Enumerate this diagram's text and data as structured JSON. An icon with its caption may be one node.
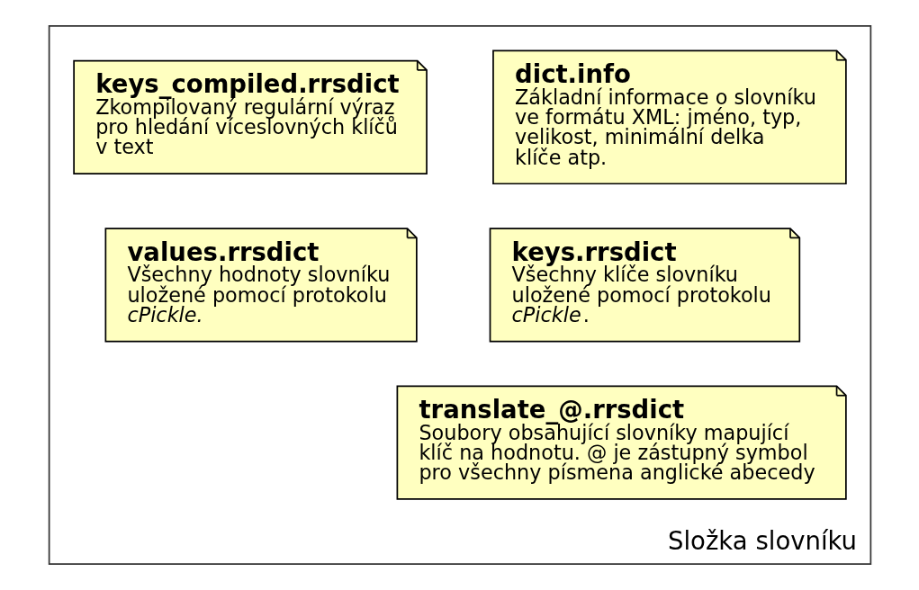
{
  "diagram": {
    "nodes": [
      {
        "text": [
          "Složka slovníku"
        ]
      },
      {
        "text": [
          "dict.info",
          "Základní informace o slovníku ve formátu XML: jméno, typ, velikost, minimální delka klíče atp."
        ],
        "in": 0
      },
      {
        "text": [
          "keys_compiled.rrsdict",
          "Zkompilovaný regulární výraz pro hledání víceslovných klíčů v text"
        ],
        "in": 0
      },
      {
        "text": [
          "keys.rrsdict",
          "Všechny klíče slovníku uložené pomocí protokolu *cPickle*."
        ],
        "in": 0
      },
      {
        "text": [
          "values.rrsdict",
          "Všechny hodnoty slovníku uložené pomocí protokolu *cPickle.*"
        ],
        "in": 0
      },
      {
        "text": [
          "translate_@.rrsdict",
          "Soubory obsahující slovníky mapující klíč na hodnotu. @ je zástupný symbol pro všechny písmena anglické abecedy"
        ],
        "in": 0
      }
    ],
    "edges": []
  }
}
